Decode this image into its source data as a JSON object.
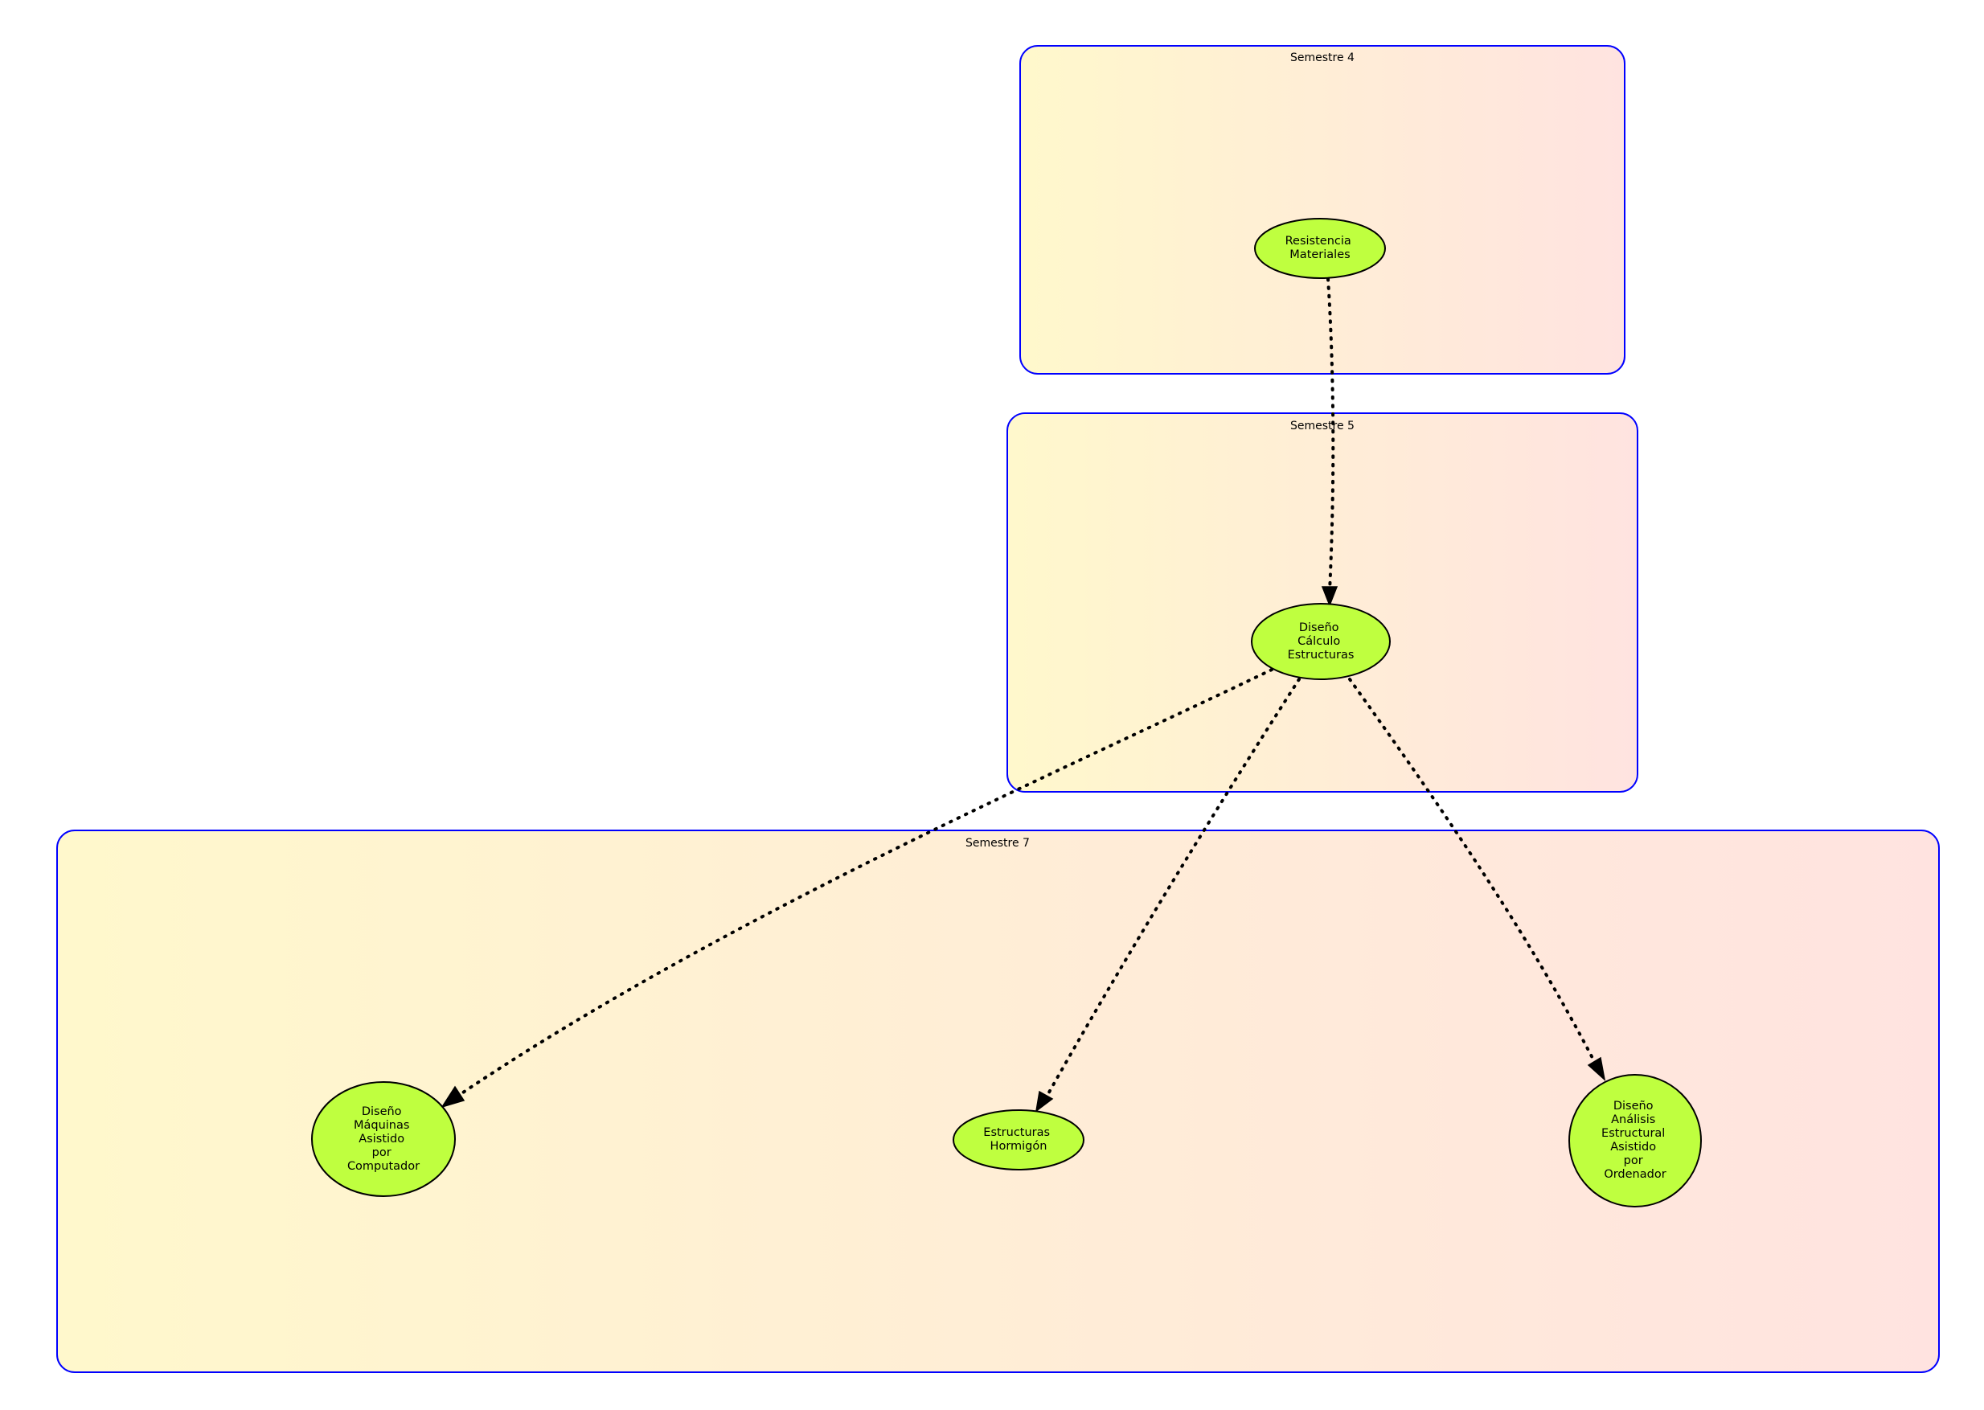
{
  "colors": {
    "cluster_border": "#0000ff",
    "cluster_gradient_start": "#fff8cc",
    "cluster_gradient_end": "#ffe3e0",
    "node_fill": "#bfff3f",
    "node_stroke": "#000000",
    "edge": "#000000"
  },
  "clusters": [
    {
      "id": "sem4",
      "label": "Semestre 4"
    },
    {
      "id": "sem5",
      "label": "Semestre 5"
    },
    {
      "id": "sem7",
      "label": "Semestre 7"
    }
  ],
  "nodes": [
    {
      "id": "rm",
      "lines": [
        "Resistencia",
        "Materiales"
      ]
    },
    {
      "id": "dce",
      "lines": [
        "Diseño",
        "Cálculo",
        "Estructuras"
      ]
    },
    {
      "id": "dmac",
      "lines": [
        "Diseño",
        "Máquinas",
        "Asistido",
        "por",
        "Computador"
      ]
    },
    {
      "id": "eh",
      "lines": [
        "Estructuras",
        "Hormigón"
      ]
    },
    {
      "id": "daea",
      "lines": [
        "Diseño",
        "Análisis",
        "Estructural",
        "Asistido",
        "por",
        "Ordenador"
      ]
    }
  ],
  "edges": [
    {
      "from": "rm",
      "to": "dce",
      "style": "dotted"
    },
    {
      "from": "dce",
      "to": "dmac",
      "style": "dotted"
    },
    {
      "from": "dce",
      "to": "eh",
      "style": "dotted"
    },
    {
      "from": "dce",
      "to": "daea",
      "style": "dotted"
    }
  ]
}
